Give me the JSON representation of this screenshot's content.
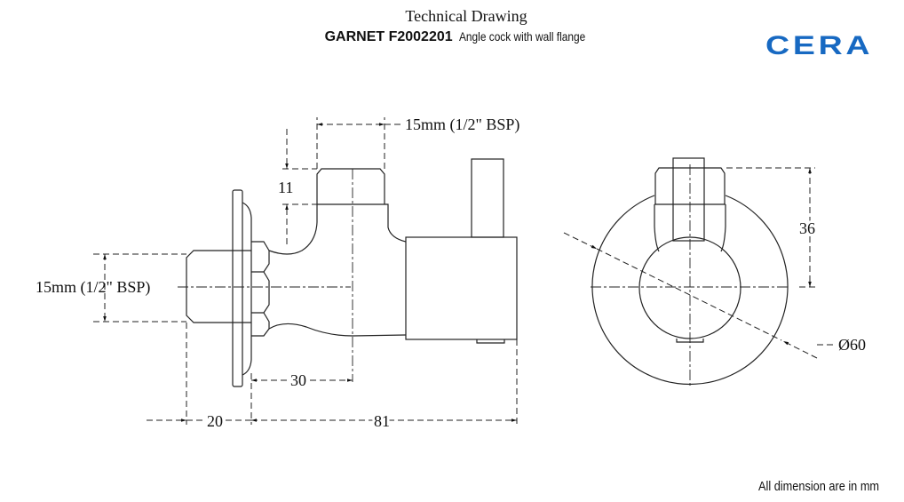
{
  "header": {
    "title": "Technical Drawing",
    "product_code": "GARNET F2002201",
    "product_desc": "Angle cock with wall flange"
  },
  "brand": {
    "logo_text": "CERA",
    "color": "#1769c2"
  },
  "dimensions": {
    "outlet_thread": "15mm (1/2\" BSP)",
    "inlet_thread": "15mm (1/2\" BSP)",
    "outlet_height": "11",
    "body_to_outlet": "30",
    "inlet_length": "20",
    "total_length": "81",
    "outlet_height_front": "36",
    "flange_diameter": "Ø60"
  },
  "footer": {
    "note": "All dimension are in mm"
  }
}
